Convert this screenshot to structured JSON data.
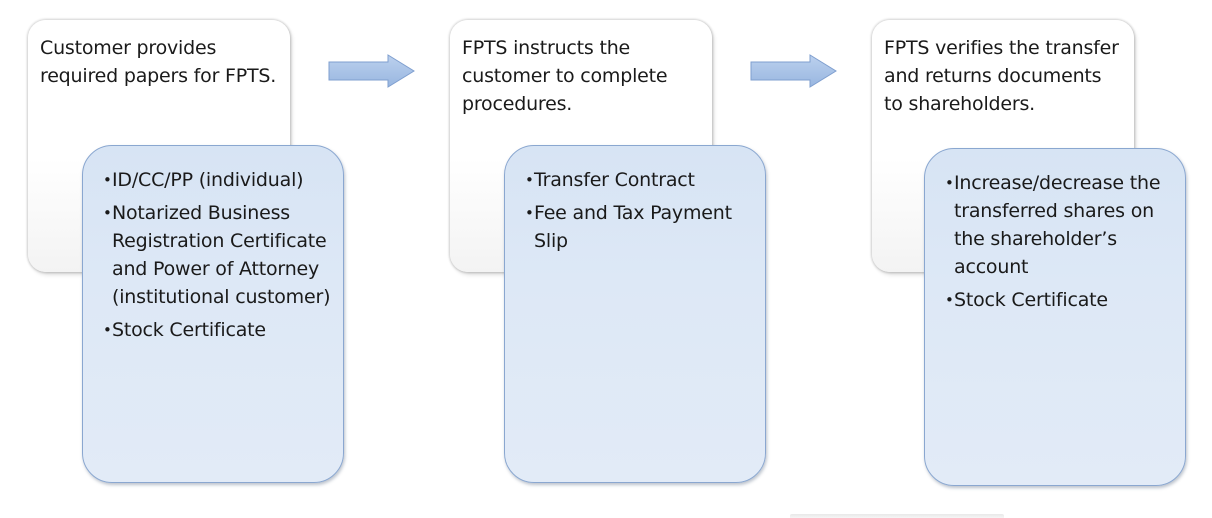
{
  "steps": [
    {
      "title": "Customer provides required papers for FPTS.",
      "items": [
        "ID/CC/PP (individual)",
        "Notarized Business Registration Certificate and Power of Attorney (institutional customer)",
        "Stock Certificate"
      ]
    },
    {
      "title": "FPTS instructs the customer to complete procedures.",
      "items": [
        "Transfer Contract",
        "Fee and Tax Payment Slip"
      ]
    },
    {
      "title": "FPTS verifies the transfer and returns documents to shareholders.",
      "items": [
        "Increase/decrease the transferred shares on the shareholder’s account",
        "Stock Certificate"
      ]
    }
  ],
  "colors": {
    "detail_fill": "#dbe6f5",
    "detail_border": "#8aa7d0",
    "arrow_fill": "#a9c3e6",
    "arrow_stroke": "#7f9fcf"
  }
}
